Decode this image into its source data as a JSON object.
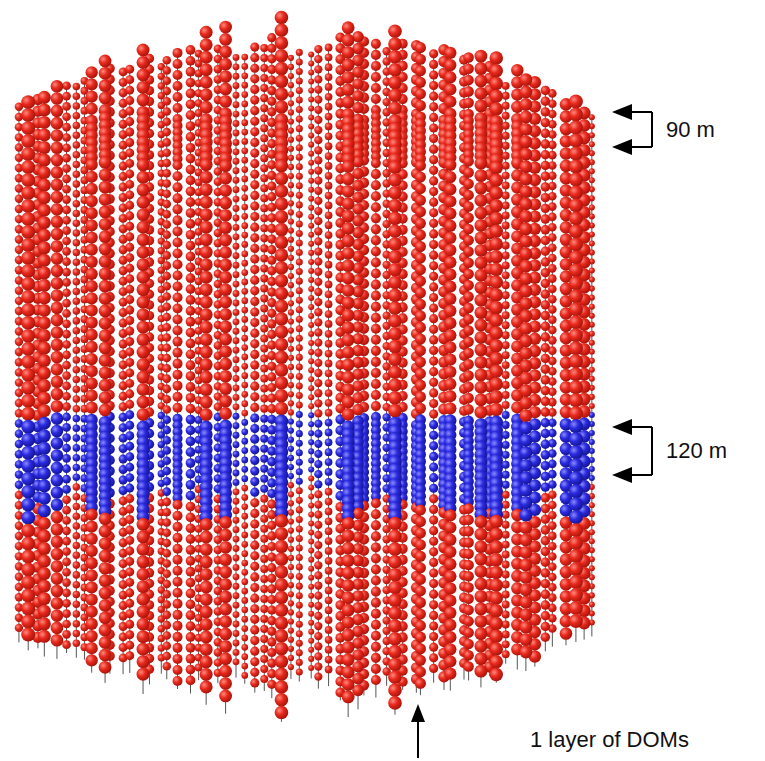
{
  "diagram": {
    "labels": [
      "90 m",
      "120 m",
      "1 layer of DOMs"
    ]
  }
}
